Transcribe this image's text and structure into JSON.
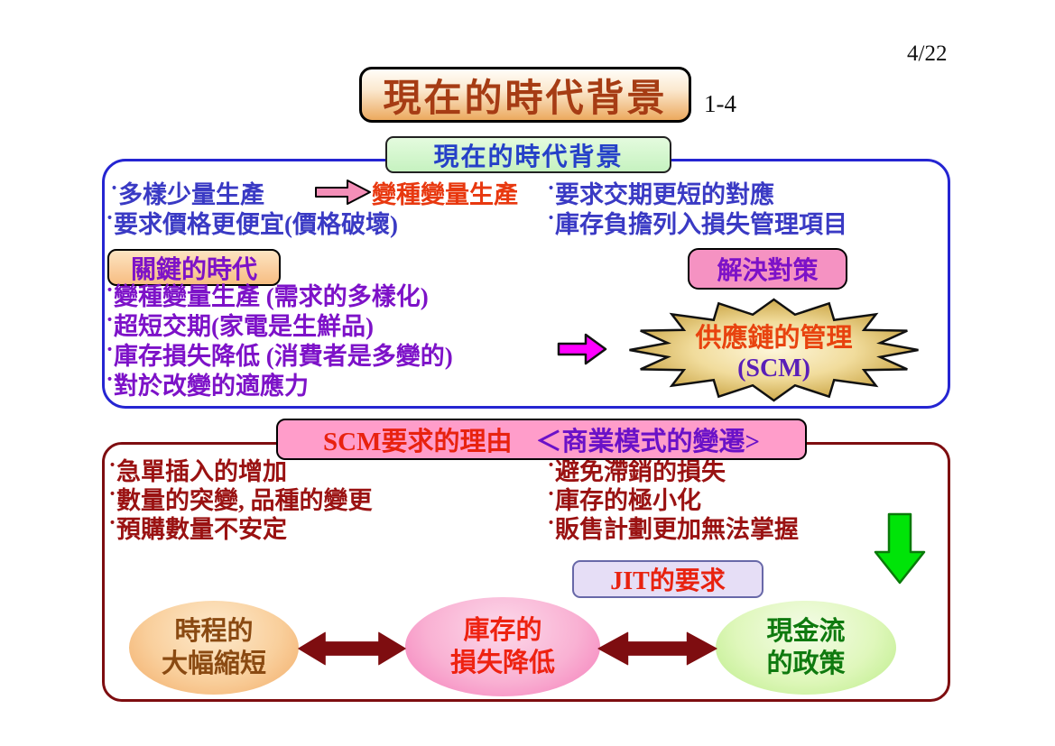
{
  "page": {
    "number": "4/22",
    "title": "現在的時代背景",
    "code": "1-4"
  },
  "section1": {
    "tab_label": "現在的時代背景",
    "row1_left": "˙多樣少量生產",
    "row1_arrow_icon": "pink-right-arrow",
    "row1_result": "變種變量生產",
    "row1_right": "˙要求交期更短的對應",
    "row2_left": "˙要求價格更便宜(價格破壞)",
    "row2_right": "˙庫存負擔列入損失管理項目",
    "key_era_label": "關鍵的時代",
    "key_era_items": [
      "˙變種變量生產 (需求的多樣化)",
      "˙超短交期(家電是生鮮品)",
      "˙庫存損失降低 (消費者是多變的)",
      "˙對於改變的適應力"
    ],
    "solution_label": "解決對策",
    "arrow_icon": "magenta-right-arrow",
    "burst_line1": "供應鏈的管理",
    "burst_line2": "(SCM)"
  },
  "section2": {
    "header_red": "SCM要求的理由",
    "header_purple": "＜商業模式的變遷>",
    "left_items": [
      "˙急單插入的增加",
      "˙數量的突變, 品種的變更",
      "˙預購數量不安定"
    ],
    "right_items": [
      "˙避免滯銷的損失",
      "˙庫存的極小化",
      "˙販售計劃更加無法掌握"
    ],
    "down_arrow_icon": "green-down-arrow",
    "jit_label": "JIT的要求",
    "ovals": [
      {
        "line1": "時程的",
        "line2": "大幅縮短"
      },
      {
        "line1": "庫存的",
        "line2": "損失降低"
      },
      {
        "line1": "現金流",
        "line2": "的政策"
      }
    ]
  },
  "colors": {
    "title_text": "#a63c14",
    "blue_border": "#2525d2",
    "blue_text": "#3a3ac4",
    "red_text": "#e8380f",
    "purple_text": "#7d12c8",
    "dark_red": "#7e0d10",
    "dark_red_text": "#9a1212",
    "magenta_arrow": "#ff00ff",
    "pink_arrow": "#f48fb8",
    "green_arrow": "#00e408",
    "burst_gold": "#bb8f22",
    "header_pink": "#ff9dca",
    "jit_lavender": "#e6def6"
  }
}
